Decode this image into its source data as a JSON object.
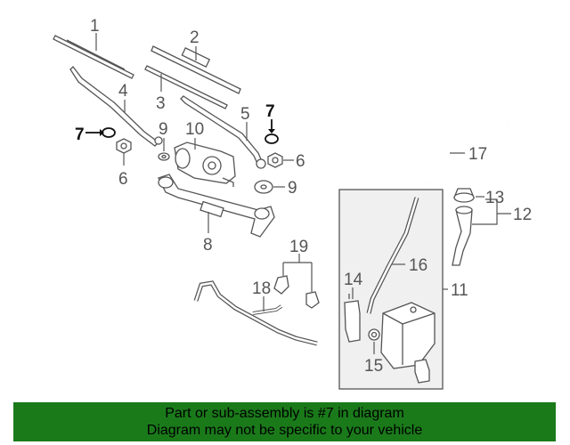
{
  "diagram": {
    "callouts": [
      "1",
      "2",
      "3",
      "4",
      "5",
      "6",
      "6",
      "7",
      "7",
      "8",
      "9",
      "9",
      "10",
      "11",
      "12",
      "13",
      "14",
      "15",
      "16",
      "17",
      "18",
      "19"
    ]
  },
  "footer": {
    "line1": "Part or sub-assembly is #7 in diagram",
    "line2": "Diagram may not be specific to your vehicle"
  },
  "colors": {
    "footer_bg": "#1a7a1a",
    "line": "#555555",
    "highlight": "#111111"
  }
}
